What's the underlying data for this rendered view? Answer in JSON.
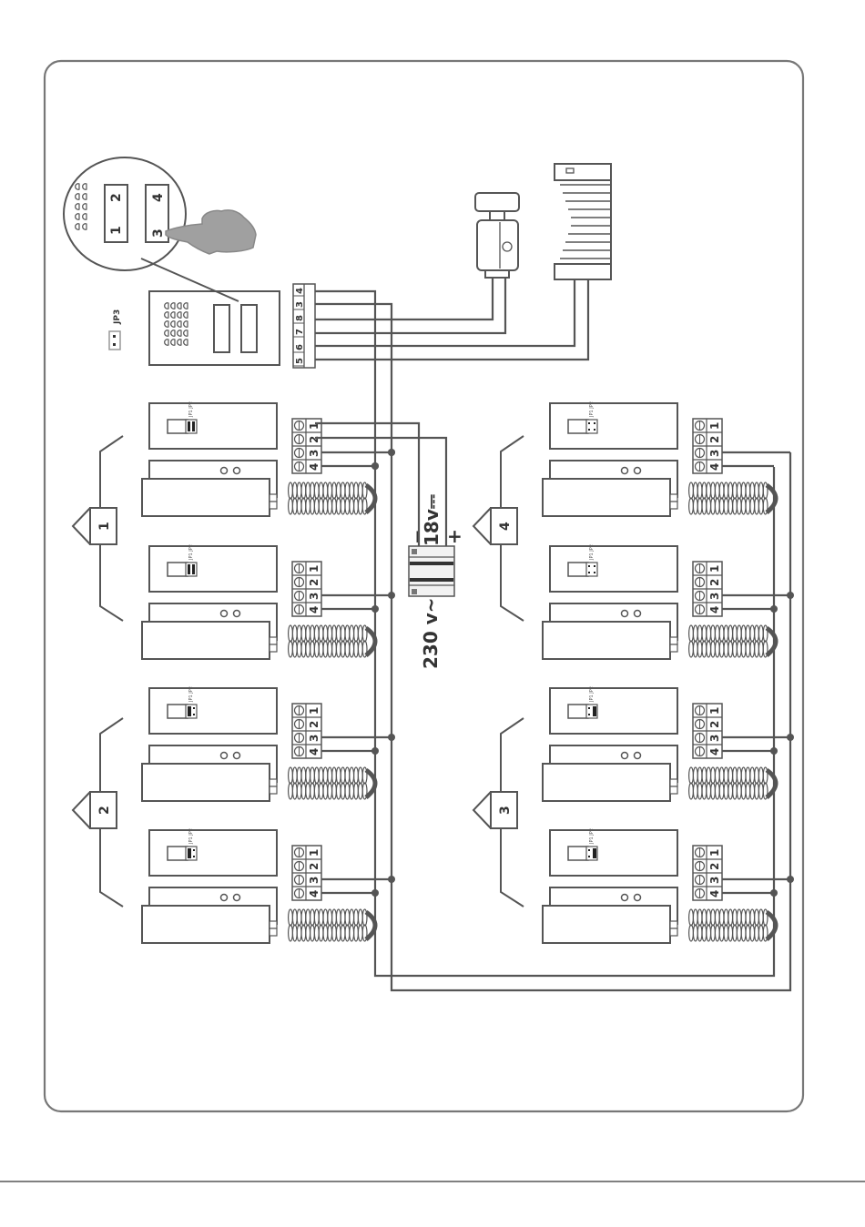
{
  "diagram": {
    "title": "Intercom wiring diagram",
    "colors": {
      "line": "#555555",
      "frame": "#777777",
      "hand": "#999999"
    },
    "door_panel": {
      "jumper_label": "JP3",
      "zoom_buttons": [
        "1",
        "2",
        "3",
        "4"
      ],
      "terminal_labels": [
        "4",
        "3",
        "8",
        "7",
        "6",
        "5"
      ]
    },
    "power_supply": {
      "output_label": "18v⎓",
      "input_label": "230 v~",
      "minus": "−",
      "plus": "+"
    },
    "groups": [
      {
        "id": "1",
        "label": "1"
      },
      {
        "id": "2",
        "label": "2"
      },
      {
        "id": "3",
        "label": "3"
      },
      {
        "id": "4",
        "label": "4"
      }
    ],
    "handsets": [
      {
        "group": "1",
        "side": "left",
        "jumper": "JP1 JP2",
        "jumper_state": "both-closed",
        "terminals": [
          "1",
          "2",
          "3",
          "4"
        ]
      },
      {
        "group": "1",
        "side": "left",
        "jumper": "JP1 JP2",
        "jumper_state": "both-closed",
        "terminals": [
          "1",
          "2",
          "3",
          "4"
        ]
      },
      {
        "group": "2",
        "side": "left",
        "jumper": "JP1 JP2",
        "jumper_state": "jp1-closed",
        "terminals": [
          "1",
          "2",
          "3",
          "4"
        ]
      },
      {
        "group": "2",
        "side": "left",
        "jumper": "JP1 JP2",
        "jumper_state": "jp1-closed",
        "terminals": [
          "1",
          "2",
          "3",
          "4"
        ]
      },
      {
        "group": "4",
        "side": "right",
        "jumper": "JP1 JP2",
        "jumper_state": "open",
        "terminals": [
          "1",
          "2",
          "3",
          "4"
        ]
      },
      {
        "group": "4",
        "side": "right",
        "jumper": "JP1 JP2",
        "jumper_state": "open",
        "terminals": [
          "1",
          "2",
          "3",
          "4"
        ]
      },
      {
        "group": "3",
        "side": "right",
        "jumper": "JP1 JP2",
        "jumper_state": "jp2-closed",
        "terminals": [
          "1",
          "2",
          "3",
          "4"
        ]
      },
      {
        "group": "3",
        "side": "right",
        "jumper": "JP1 JP2",
        "jumper_state": "jp2-closed",
        "terminals": [
          "1",
          "2",
          "3",
          "4"
        ]
      }
    ]
  }
}
